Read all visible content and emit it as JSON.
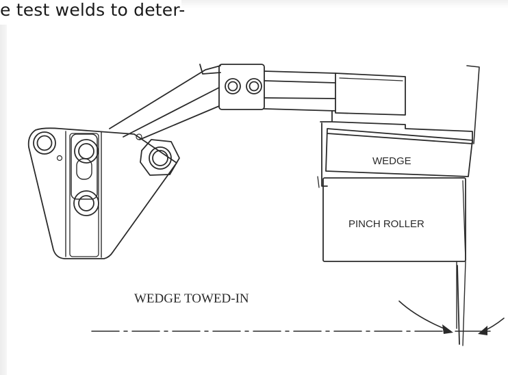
{
  "header_text": "e test welds to deter-",
  "labels": {
    "wedge": "WEDGE",
    "pinch_roller": "PINCH ROLLER",
    "caption": "WEDGE TOWED-IN"
  },
  "colors": {
    "line": "#2a2a2a",
    "background": "#ffffff"
  }
}
